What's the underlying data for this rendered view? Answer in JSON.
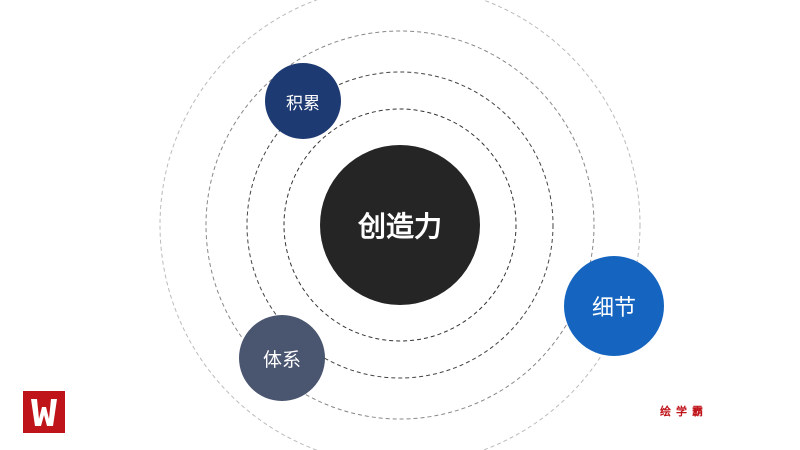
{
  "center": {
    "label": "创造力",
    "color": "#252525"
  },
  "nodes": [
    {
      "label": "积累",
      "color": "#1e3a72"
    },
    {
      "label": "细节",
      "color": "#1565c0"
    },
    {
      "label": "体系",
      "color": "#4a5570"
    }
  ],
  "brand": {
    "text": "绘学霸",
    "color": "#c0141b"
  }
}
